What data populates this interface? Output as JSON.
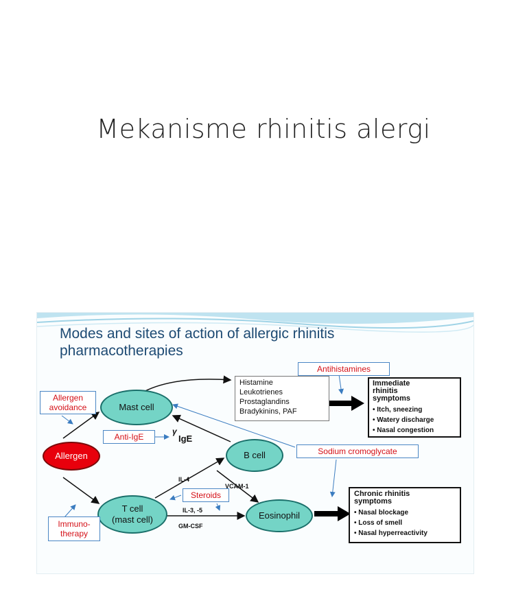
{
  "slide": {
    "title": "Mekanisme rhinitis alergi"
  },
  "figure": {
    "title_line1": "Modes and sites of action of allergic rhinitis",
    "title_line2": "pharmacotherapies",
    "nodes": {
      "mast_cell": "Mast cell",
      "allergen": "Allergen",
      "b_cell": "B cell",
      "t_cell_line1": "T cell",
      "t_cell_line2": "(mast cell)",
      "eosinophil": "Eosinophil",
      "ige": "IgE",
      "gamma": "γ"
    },
    "interventions": {
      "allergen_avoidance_1": "Allergen",
      "allergen_avoidance_2": "avoidance",
      "anti_ige": "Anti-IgE",
      "antihistamines": "Antihistamines",
      "sodium_cromoglycate": "Sodium cromoglycate",
      "steroids": "Steroids",
      "immunotherapy_1": "Immuno-",
      "immunotherapy_2": "therapy"
    },
    "mediators": [
      "Histamine",
      "Leukotrienes",
      "Prostaglandins",
      "Bradykinins, PAF"
    ],
    "labels": {
      "il4": "IL-4",
      "vcam1": "VCAM-1",
      "il35": "IL-3, -5",
      "gmcsf": "GM-CSF"
    },
    "immediate": {
      "heading_1": "Immediate",
      "heading_2": "rhinitis",
      "heading_3": "symptoms",
      "items": [
        "• Itch, sneezing",
        "• Watery discharge",
        "• Nasal congestion"
      ]
    },
    "chronic": {
      "heading_1": "Chronic rhinitis",
      "heading_2": "symptoms",
      "items": [
        "• Nasal blockage",
        "• Loss of smell",
        "• Nasal hyperreactivity"
      ]
    },
    "colors": {
      "cell_fill": "#74d4c6",
      "allergen_fill": "#e8000c",
      "intervention_text": "#d40f16",
      "intervention_border": "#4a86c4",
      "title_color": "#1d4a73"
    }
  }
}
